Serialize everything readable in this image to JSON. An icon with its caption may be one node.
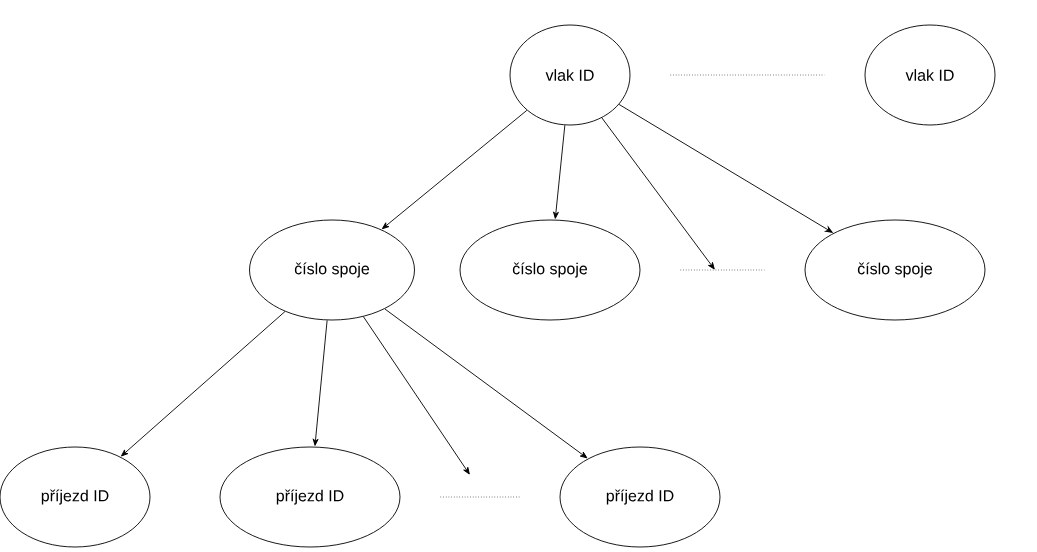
{
  "diagram": {
    "nodes": [
      {
        "text": [
          "vlak ID"
        ]
      },
      {
        "text": [
          "vlak ID"
        ]
      },
      {
        "text": [
          "číslo spoje"
        ]
      },
      {
        "text": [
          "číslo spoje"
        ]
      },
      {
        "text": [
          "číslo spoje"
        ]
      },
      {
        "text": [
          "příjezd ID"
        ]
      },
      {
        "text": [
          "příjezd ID"
        ]
      },
      {
        "text": [
          "příjezd ID"
        ]
      }
    ],
    "edges": [
      {
        "from": 0,
        "to": 1,
        "arrow": "none",
        "style": "dashed"
      },
      {
        "from": 0,
        "to": 2,
        "arrow": "to"
      },
      {
        "from": 0,
        "to": 3,
        "arrow": "to"
      },
      {
        "from": 0,
        "to": null,
        "arrow": "to"
      },
      {
        "from": 0,
        "to": 4,
        "arrow": "to"
      },
      {
        "from": 3,
        "to": 4,
        "arrow": "none",
        "style": "dashed"
      },
      {
        "from": 2,
        "to": 5,
        "arrow": "to"
      },
      {
        "from": 2,
        "to": 6,
        "arrow": "to"
      },
      {
        "from": 2,
        "to": null,
        "arrow": "to"
      },
      {
        "from": 2,
        "to": 7,
        "arrow": "to"
      },
      {
        "from": 6,
        "to": 7,
        "arrow": "none",
        "style": "dashed"
      }
    ]
  }
}
